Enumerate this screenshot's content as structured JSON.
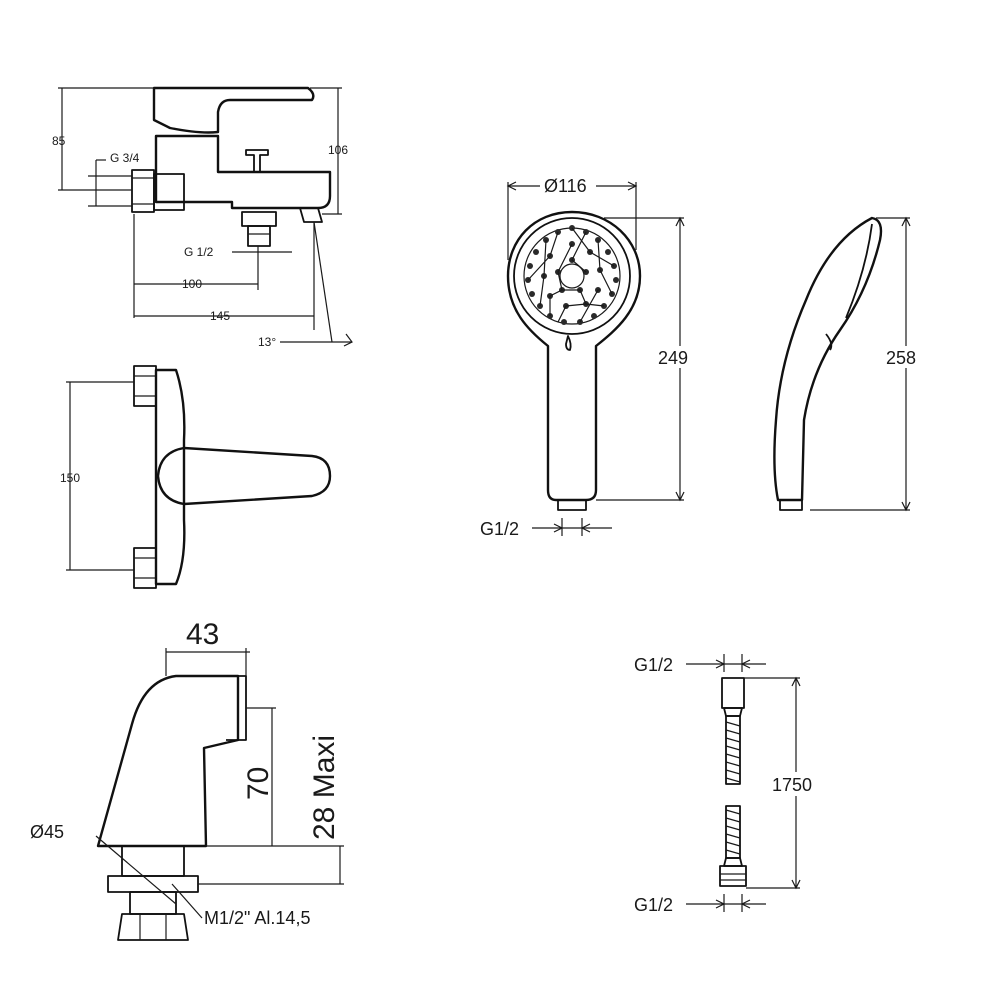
{
  "mixer_side": {
    "d85": "85",
    "d106": "106",
    "g34": "G 3/4",
    "g12": "G 1/2",
    "d100": "100",
    "d145": "145",
    "angle": "13°"
  },
  "mixer_top": {
    "d150": "150"
  },
  "handshower": {
    "dia": "Ø116",
    "length_front": "249",
    "length_side": "258",
    "thread": "G1/2"
  },
  "hose": {
    "top_thread": "G1/2",
    "length": "1750",
    "bottom_thread": "G1/2"
  },
  "pillar": {
    "width": "43",
    "height": "70",
    "max_height": "28 Maxi",
    "dia": "Ø45",
    "thread": "M1/2\" Al.14,5"
  }
}
